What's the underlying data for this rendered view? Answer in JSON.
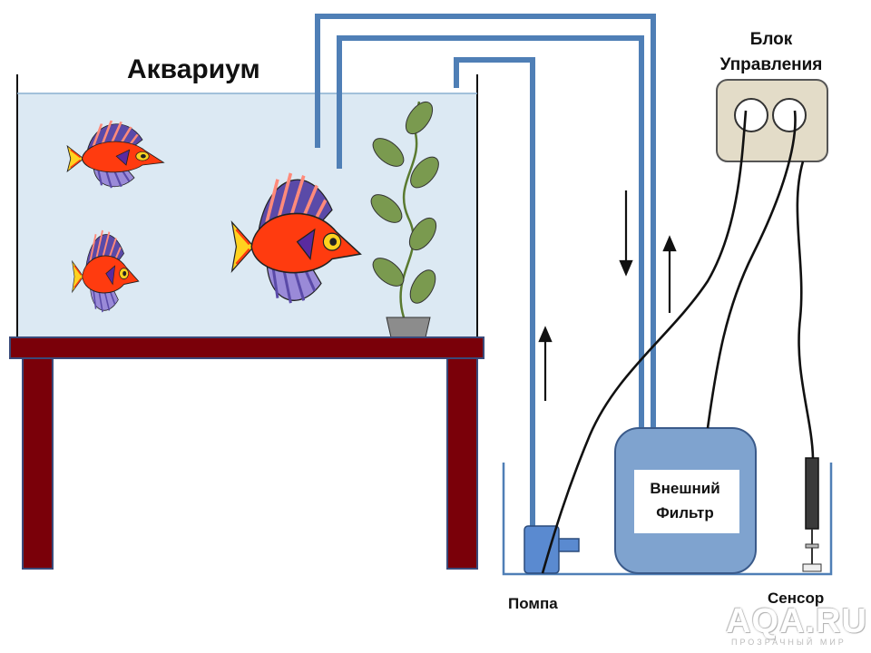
{
  "labels": {
    "aquarium": "Аквариум",
    "control_unit_line1": "Блок",
    "control_unit_line2": "Управления",
    "filter_line1": "Внешний",
    "filter_line2": "Фильтр",
    "pump": "Помпа",
    "sensor": "Сенсор"
  },
  "watermark": {
    "main": "AQA.RU",
    "sub": "ПРОЗРАЧНЫЙ МИР"
  },
  "colors": {
    "water": "#dce9f3",
    "pipe": "#4f7fb6",
    "table": "#7a0009",
    "filter": "#7fa3cf",
    "control_box": "#e3dcc8",
    "fish_body": "#ff3b0f",
    "plant_leaf": "#7a9a4f",
    "pot": "#8c8c8c"
  }
}
